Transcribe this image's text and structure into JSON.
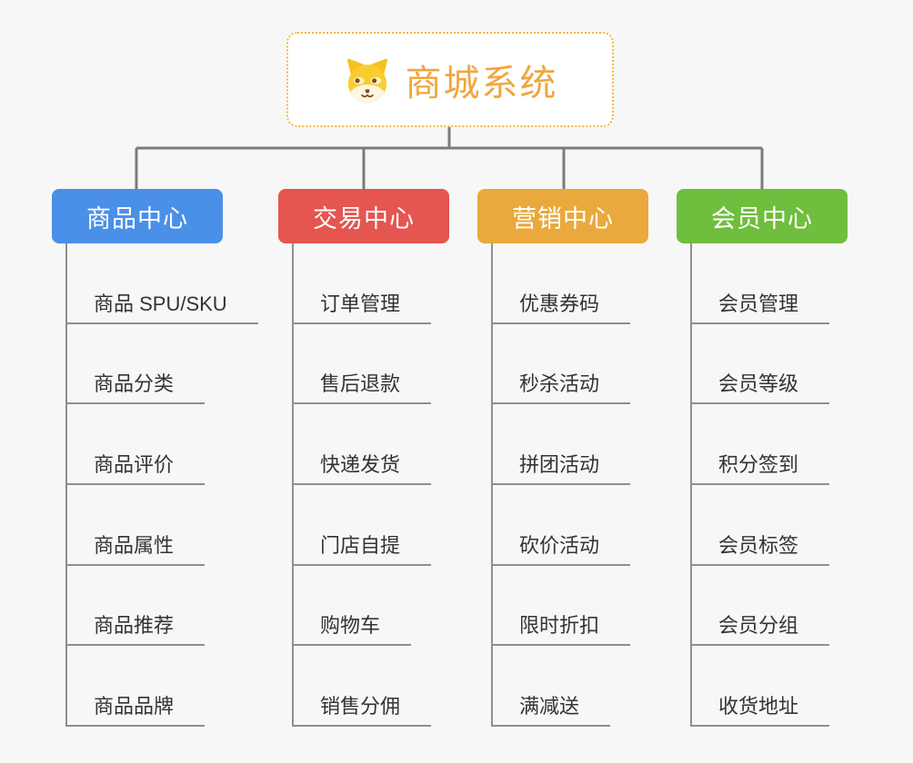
{
  "root": {
    "title": "商城系统",
    "icon": "dog-face-icon",
    "accent_color": "#f0a63e",
    "border_color": "#f2b53f"
  },
  "colors": {
    "background": "#f7f7f7",
    "connector": "#7b7b7b",
    "child_line": "#8f8f8f",
    "child_text": "#333333"
  },
  "branches": [
    {
      "id": "product-center",
      "label": "商品中心",
      "color": "#4a90e8",
      "children": [
        "商品 SPU/SKU",
        "商品分类",
        "商品评价",
        "商品属性",
        "商品推荐",
        "商品品牌"
      ]
    },
    {
      "id": "trade-center",
      "label": "交易中心",
      "color": "#e4564f",
      "children": [
        "订单管理",
        "售后退款",
        "快递发货",
        "门店自提",
        "购物车",
        "销售分佣"
      ]
    },
    {
      "id": "marketing-center",
      "label": "营销中心",
      "color": "#e9a93d",
      "children": [
        "优惠券码",
        "秒杀活动",
        "拼团活动",
        "砍价活动",
        "限时折扣",
        "满减送"
      ]
    },
    {
      "id": "member-center",
      "label": "会员中心",
      "color": "#6fbe3e",
      "children": [
        "会员管理",
        "会员等级",
        "积分签到",
        "会员标签",
        "会员分组",
        "收货地址"
      ]
    }
  ]
}
